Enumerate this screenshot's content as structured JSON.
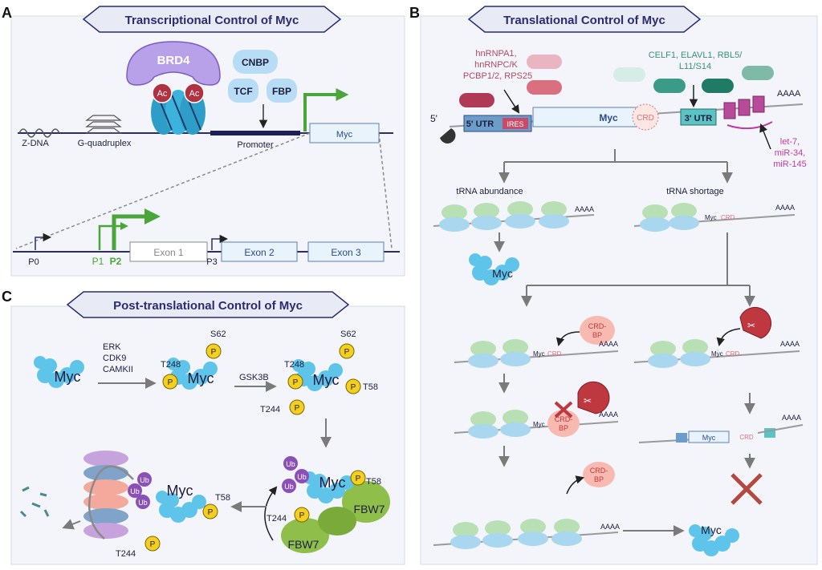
{
  "panels": {
    "A": {
      "letter": "A",
      "title": "Transcriptional Control of Myc"
    },
    "B": {
      "letter": "B",
      "title": "Translational Control of Myc"
    },
    "C": {
      "letter": "C",
      "title": "Post-translational Control of Myc"
    }
  },
  "panel_a": {
    "brd4": "BRD4",
    "ac": "Ac",
    "cnbp": "CNBP",
    "tcf": "TCF",
    "fbp": "FBP",
    "myc": "Myc",
    "zdna": "Z-DNA",
    "gquad": "G-quadruplex",
    "promoter": "Promoter",
    "p0": "P0",
    "p1": "P1",
    "p2": "P2",
    "p3": "P3",
    "exon1": "Exon 1",
    "exon2": "Exon 2",
    "exon3": "Exon 3"
  },
  "panel_b": {
    "rbp_left": [
      "hnRNPA1,",
      "hnRNPC/K",
      "PCBP1/2,  RPS25"
    ],
    "rbp_right": [
      "CELF1, ELAVL1, RBL5/",
      "L11/S14"
    ],
    "mirna": [
      "let-7,",
      "miR-34,",
      "miR-145"
    ],
    "utr5": "5' UTR",
    "ires": "IRES",
    "myc": "Myc",
    "crd": "CRD",
    "utr3": "3' UTR",
    "polyA": "AAAA",
    "five_prime": "5'",
    "trna_abundance": "tRNA abundance",
    "trna_shortage": "tRNA shortage",
    "crd_bp": [
      "CRD-",
      "BP"
    ]
  },
  "panel_c": {
    "myc": "Myc",
    "kinases": [
      "ERK",
      "CDK9",
      "CAMKII"
    ],
    "gsk3b": "GSK3B",
    "s62": "S62",
    "t248": "T248",
    "t58": "T58",
    "t244": "T244",
    "p": "P",
    "ub": "Ub",
    "fbw7": "FBW7"
  },
  "colors": {
    "title_text": "#2b2c6e",
    "panel_bg": "#f3f5fa",
    "brd4": "#b9a1ea",
    "factor_blue": "#b7dcf5",
    "green_arrow": "#4aa63a",
    "myc_blue": "#5ec4ea",
    "phospho": "#f5cf1e",
    "ubiquitin": "#8b4fb8",
    "fbw7": "#8fbe4a",
    "rbp_pink": "#c95a72",
    "rbp_teal": "#3a8f80",
    "mirna": "#c23aa0",
    "crd_red": "#c0383f"
  }
}
